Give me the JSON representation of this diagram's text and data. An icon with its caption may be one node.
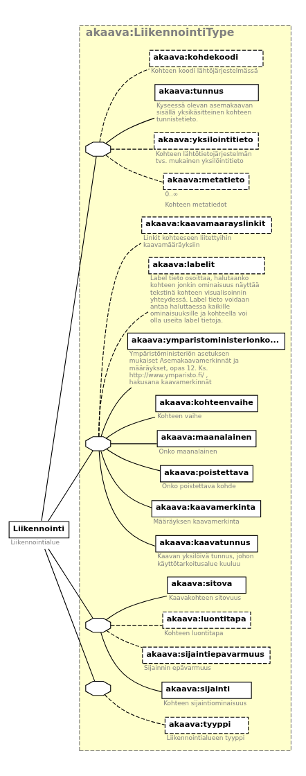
{
  "diagram": {
    "nodes": [
      {
        "text": [
          "Liikennointi"
        ],
        "beside": [
          "Liikennointialue"
        ]
      },
      {
        "text": [
          "akaava:LiikennointiType"
        ]
      },
      {
        "text": [],
        "shape": "octagon",
        "in": 1
      },
      {
        "text": [
          "akaava:metatieto"
        ],
        "beside": [
          "0..∞",
          "Kohteen metatiedot"
        ],
        "in": 1
      },
      {
        "text": [
          "akaava:yksilointitieto"
        ],
        "beside": [
          "Kohteen lähtötietojärjestelmän tvs. mukainen yksilöintitieto"
        ],
        "in": 1
      },
      {
        "text": [
          "akaava:tunnus"
        ],
        "beside": [
          "Kyseessä olevan asemakaavan sisällä yksikäsitteinen kohteen tunnistetieto."
        ],
        "in": 1
      },
      {
        "text": [
          "akaava:kohdekoodi"
        ],
        "beside": [
          "Kohteen koodi lähtöjärjestelmässä"
        ],
        "in": 1
      },
      {
        "text": [],
        "shape": "octagon",
        "in": 1
      },
      {
        "text": [
          "akaava:kaavatunnus"
        ],
        "beside": [
          "Kaavan yksilöivä tunnus, johon käyttötarkoitusalue kuuluu"
        ],
        "in": 1
      },
      {
        "text": [
          "akaava:kaavamerkinta"
        ],
        "beside": [
          "Määräyksen kaavamerkinta"
        ],
        "in": 1
      },
      {
        "text": [
          "akaava:poistettava"
        ],
        "beside": [
          "Onko poistettava kohde"
        ],
        "in": 1
      },
      {
        "text": [
          "akaava:maanalainen"
        ],
        "beside": [
          "Onko maanalainen"
        ],
        "in": 1
      },
      {
        "text": [
          "akaava:kohteenvaihe"
        ],
        "beside": [
          "Kohteen vaihe"
        ],
        "in": 1
      },
      {
        "text": [
          "akaava:ymparistoministerionko..."
        ],
        "beside": [
          "Ympäristöministeriön asetuksen mukaiset Asemakaavamerkinnät ja määräykset, opas 12. Ks. http://www.ymparisto.fi/ , hakusana kaavamerkinnät"
        ],
        "in": 1
      },
      {
        "text": [
          "akaava:labelit"
        ],
        "beside": [
          "Label tieto osoittaa, halutaanko kohteen jonkin ominaisuus näyttää tekstinä kohteen visualisoinnin yhteydessä. Label tieto voidaan antaa haluttaessa kaikille ominaisuuksille ja kohteella voi olla useita label tietoja."
        ],
        "in": 1
      },
      {
        "text": [
          "akaava:kaavamaarayslinkit"
        ],
        "beside": [
          "Linkit kohteeseen liitettyihin kaavamääräyksiin"
        ],
        "in": 1
      },
      {
        "text": [],
        "shape": "octagon",
        "in": 1
      },
      {
        "text": [
          "akaava:sijainti"
        ],
        "beside": [
          "Kohteen sijaintiominaisuus"
        ],
        "in": 1
      },
      {
        "text": [
          "akaava:sijaintiepavarmuus"
        ],
        "beside": [
          "Sijainnin epävarmuus"
        ],
        "in": 1
      },
      {
        "text": [
          "akaava:luontitapa"
        ],
        "beside": [
          "Kohteen luontitapa"
        ],
        "in": 1
      },
      {
        "text": [
          "akaava:sitova"
        ],
        "beside": [
          "Kaavakohteen sitovuus"
        ],
        "in": 1
      },
      {
        "text": [],
        "shape": "octagon",
        "in": 1
      },
      {
        "text": [
          "akaava:tyyppi"
        ],
        "beside": [
          "Liikennointialueen tyyppi"
        ],
        "in": 1
      }
    ],
    "edges": [
      {
        "from": 0,
        "to": 2,
        "arrow": "none"
      },
      {
        "from": 0,
        "to": 7,
        "arrow": "none"
      },
      {
        "from": 0,
        "to": 16,
        "arrow": "none"
      },
      {
        "from": 0,
        "to": 21,
        "arrow": "none"
      },
      {
        "from": 2,
        "to": 3,
        "arrow": "none",
        "style": "dashed"
      },
      {
        "from": 2,
        "to": 4,
        "arrow": "none",
        "style": "dashed"
      },
      {
        "from": 2,
        "to": 5,
        "arrow": "none"
      },
      {
        "from": 2,
        "to": 6,
        "arrow": "none",
        "style": "dashed"
      },
      {
        "from": 7,
        "to": 8,
        "arrow": "none"
      },
      {
        "from": 7,
        "to": 9,
        "arrow": "none"
      },
      {
        "from": 7,
        "to": 10,
        "arrow": "none"
      },
      {
        "from": 7,
        "to": 11,
        "arrow": "none"
      },
      {
        "from": 7,
        "to": 12,
        "arrow": "none"
      },
      {
        "from": 7,
        "to": 13,
        "arrow": "none"
      },
      {
        "from": 7,
        "to": 14,
        "arrow": "none",
        "style": "dashed"
      },
      {
        "from": 7,
        "to": 15,
        "arrow": "none",
        "style": "dashed"
      },
      {
        "from": 16,
        "to": 17,
        "arrow": "none"
      },
      {
        "from": 16,
        "to": 18,
        "arrow": "none",
        "style": "dashed"
      },
      {
        "from": 16,
        "to": 19,
        "arrow": "none",
        "style": "dashed"
      },
      {
        "from": 16,
        "to": 20,
        "arrow": "none"
      },
      {
        "from": 21,
        "to": 22,
        "arrow": "none",
        "style": "dashed"
      }
    ]
  }
}
